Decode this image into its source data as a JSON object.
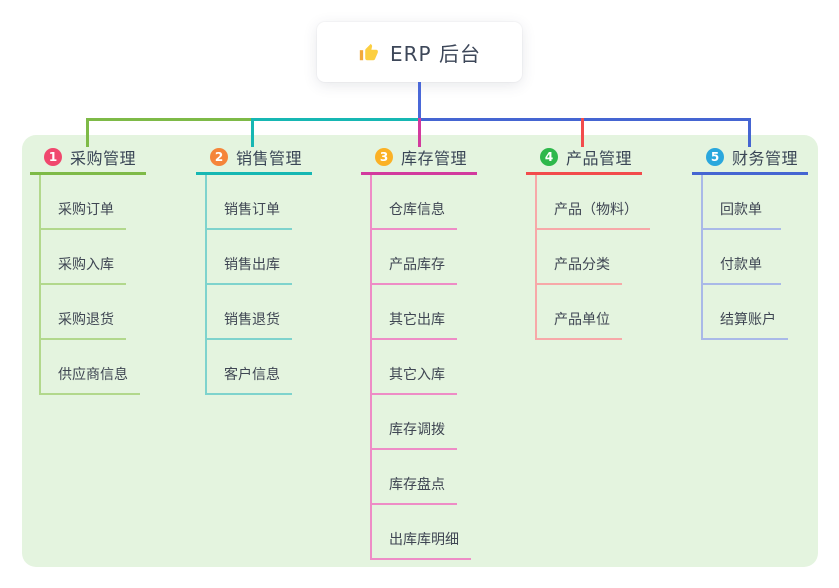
{
  "root": {
    "label": "ERP 后台",
    "icon": "thumbs-up-icon"
  },
  "colors": {
    "page_bg": "#ffffff",
    "panel_bg": "#e4f4df",
    "root_card_bg": "#ffffff",
    "root_text": "#3d4759",
    "node_text": "#3f4653",
    "root_line": "#4a68d8"
  },
  "branches": [
    {
      "name": "purchase",
      "badge": "1",
      "title": "采购管理",
      "badge_color": "#f0486e",
      "line_color": "#7eba47",
      "child_line_color": "#b2d88c",
      "children": [
        "采购订单",
        "采购入库",
        "采购退货",
        "供应商信息"
      ]
    },
    {
      "name": "sales",
      "badge": "2",
      "title": "销售管理",
      "badge_color": "#f5853a",
      "line_color": "#16b7b3",
      "child_line_color": "#7ed3cd",
      "children": [
        "销售订单",
        "销售出库",
        "销售退货",
        "客户信息"
      ]
    },
    {
      "name": "inventory",
      "badge": "3",
      "title": "库存管理",
      "badge_color": "#fbb125",
      "line_color": "#d23a9e",
      "child_line_color": "#ee8cc6",
      "children": [
        "仓库信息",
        "产品库存",
        "其它出库",
        "其它入库",
        "库存调拨",
        "库存盘点",
        "出库库明细"
      ]
    },
    {
      "name": "product",
      "badge": "4",
      "title": "产品管理",
      "badge_color": "#2eb84b",
      "line_color": "#f24b4c",
      "child_line_color": "#f7a8a8",
      "children": [
        "产品（物料）",
        "产品分类",
        "产品单位"
      ]
    },
    {
      "name": "finance",
      "badge": "5",
      "title": "财务管理",
      "badge_color": "#2aa7dd",
      "line_color": "#4565d2",
      "child_line_color": "#a9b9e8",
      "children": [
        "回款单",
        "付款单",
        "结算账户"
      ]
    }
  ]
}
